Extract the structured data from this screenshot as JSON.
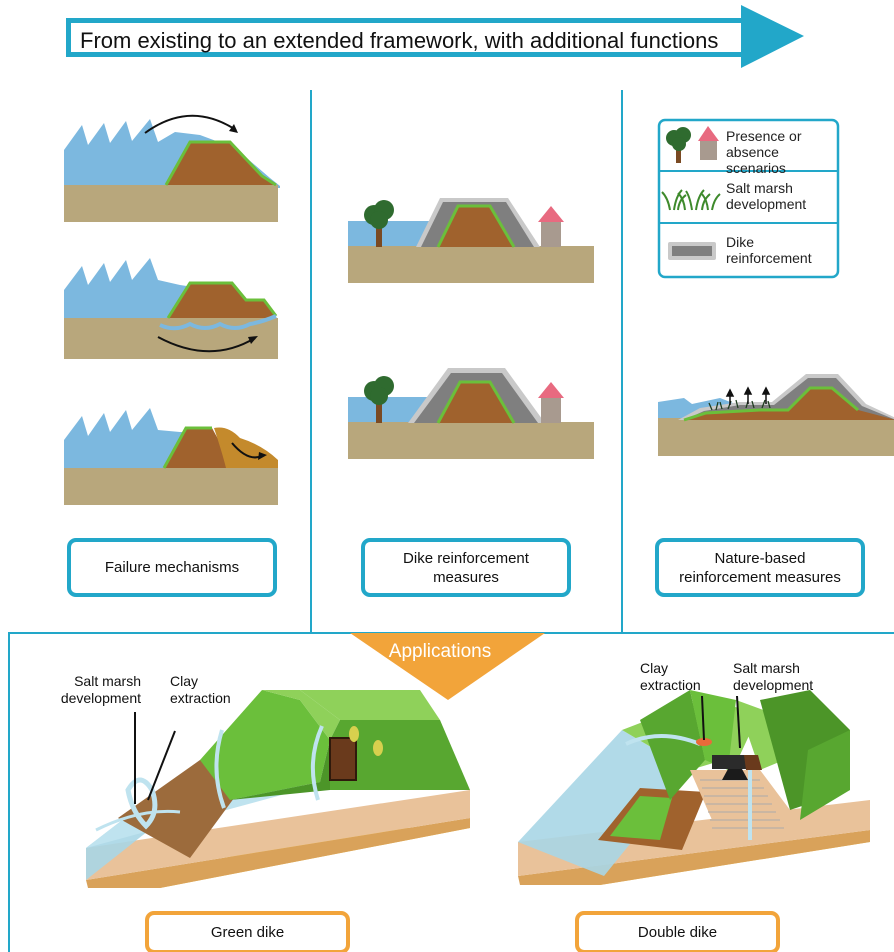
{
  "banner": {
    "text": "From existing to an extended framework, with additional functions",
    "color": "#22a7c9"
  },
  "panels": [
    {
      "label": "Failure mechanisms"
    },
    {
      "label": "Dike reinforcement measures"
    },
    {
      "label": "Nature-based reinforcement measures"
    }
  ],
  "legend": {
    "items": [
      {
        "icon": "tree-house-icon",
        "label": "Presence or absence scenarios"
      },
      {
        "icon": "grass-icon",
        "label": "Salt marsh development"
      },
      {
        "icon": "dike-reinforcement-icon",
        "label": "Dike reinforcement"
      }
    ]
  },
  "applications": {
    "title": "Applications",
    "accent": "#f2a43a",
    "green_dike": {
      "label": "Green dike",
      "callouts": [
        "Salt marsh development",
        "Clay extraction"
      ]
    },
    "double_dike": {
      "label": "Double dike",
      "callouts": [
        "Clay extraction",
        "Salt marsh development"
      ]
    }
  },
  "colors": {
    "water": "#7cb8df",
    "soil": "#b8a77c",
    "dike_core": "#a0622d",
    "grass": "#6bbf3b",
    "reinforcement": "#7f7f7f",
    "frame": "#22a7c9",
    "orange": "#f2a43a"
  }
}
